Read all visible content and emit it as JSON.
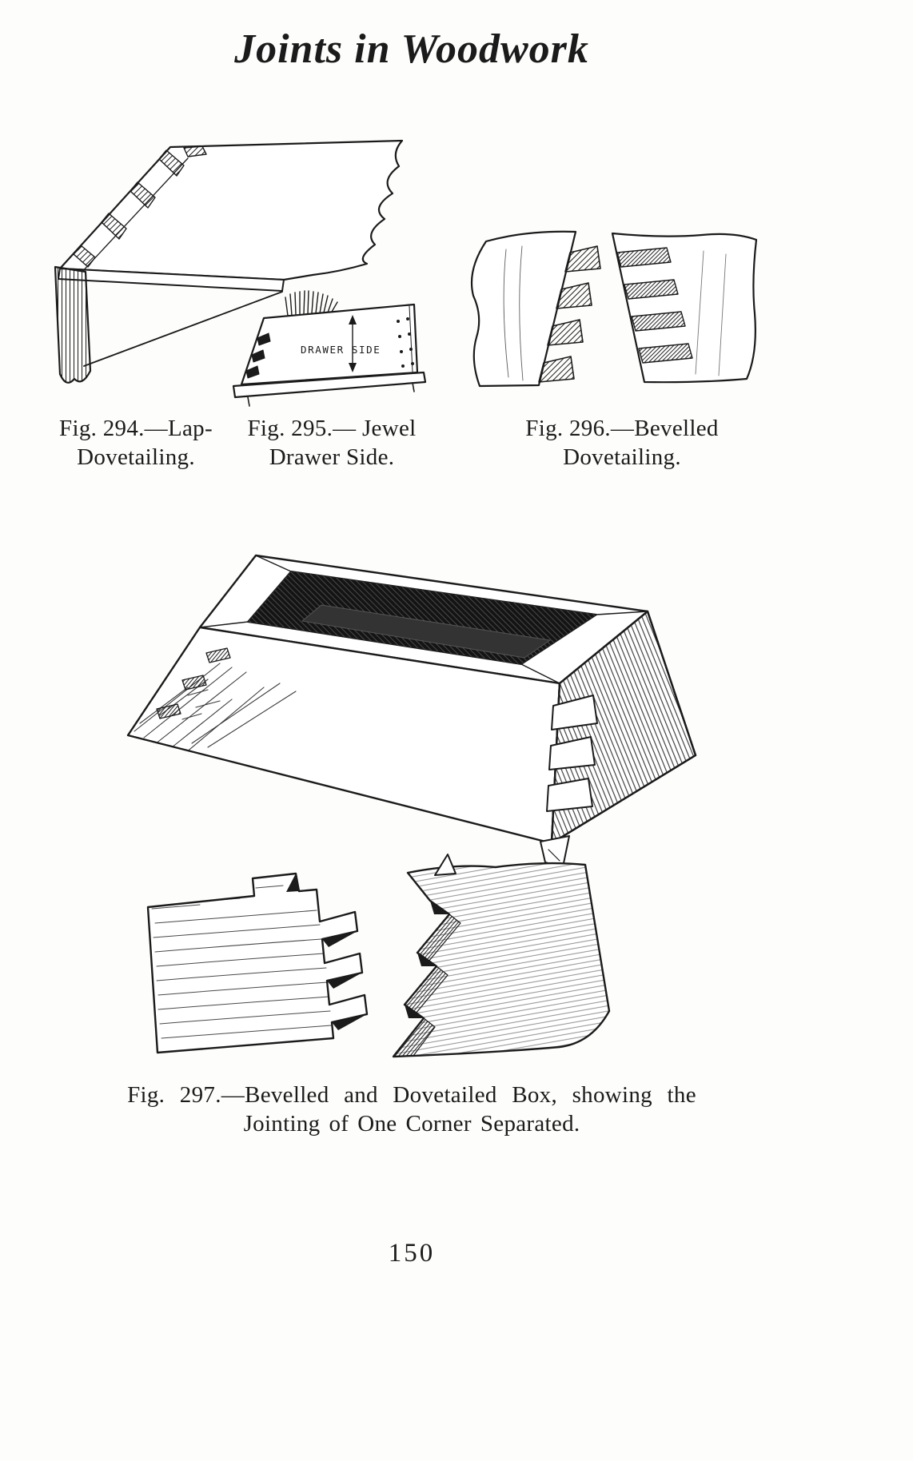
{
  "page": {
    "title": "Joints in Woodwork",
    "page_number": "150"
  },
  "colors": {
    "ink": "#1b1b1b",
    "paper": "#fdfdfb"
  },
  "figures": {
    "fig294": {
      "caption_line1": "Fig. 294.—Lap-",
      "caption_line2": "Dovetailing."
    },
    "fig295": {
      "caption_line1": "Fig. 295.— Jewel",
      "caption_line2": "Drawer Side.",
      "drawing_label": "DRAWER SIDE"
    },
    "fig296": {
      "caption_line1": "Fig. 296.—Bevelled",
      "caption_line2": "Dovetailing."
    },
    "fig297": {
      "caption_line1": "Fig. 297.—Bevelled and Dovetailed Box, showing the",
      "caption_line2": "Jointing of One Corner Separated."
    }
  }
}
